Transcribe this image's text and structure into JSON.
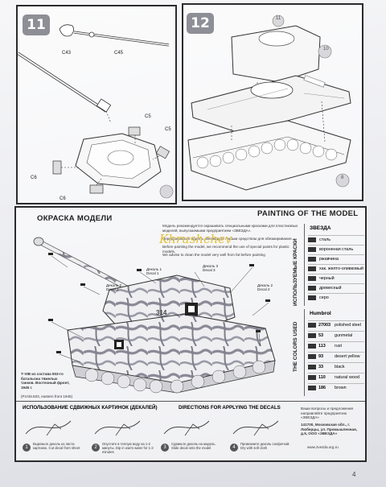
{
  "steps": {
    "step11": {
      "number": "11",
      "parts": {
        "c43": "C43",
        "c45": "C45",
        "c5a": "C5",
        "c5b": "C5",
        "c6a": "C6",
        "c6b": "C6"
      }
    },
    "step12": {
      "number": "12",
      "parts": {
        "p11": "11",
        "p10": "10",
        "p8": "8"
      }
    }
  },
  "painting": {
    "title_ru": "ОКРАСКА МОДЕЛИ",
    "title_en": "PAINTING OF THE MODEL",
    "intro_ru": "Модель рекомендуется окрашивать специальными красками  для пластиковых моделей, выпускаемыми предприятием «ЗВЕЗДА».",
    "intro_ru2": "Перед окраской модель обезжирьте любым средством для обезжиривания.",
    "intro_en": "Before painting the model, we recommend the use of special paints for plastic models.",
    "intro_en2": "We advise to clean the model very well from fat before painting",
    "watermark": "Khrushchev",
    "decal1": "Деколь 1\nDecal 1",
    "decal2": "Деколь 2\nDecal 2",
    "decal3": "Деколь 3\nDecal 3",
    "decal2b": "Деколь 2\nDecal 2",
    "caption_ru": "Т-VIB из состава 503-го батальона тяжелых танков. Восточный фронт, 1945 г.",
    "caption_en": "(PzAbt.503, eastern front 1945)",
    "hull_number": "314",
    "side_label_ru": "ИСПОЛЬЗУЕМЫЕ КРАСКИ",
    "side_label_en": "THE COLORS USED",
    "zvezda_header": "ЗВЕЗДА",
    "zvezda_paints": [
      "сталь",
      "вороненая сталь",
      "ржавчина",
      "хак. желто-оливковый",
      "черный",
      "древесный",
      "серо"
    ],
    "humbrol_header": "Humbrol",
    "humbrol_paints": [
      {
        "num": "27003",
        "name": "polished steel"
      },
      {
        "num": "53",
        "name": "gunmetal"
      },
      {
        "num": "113",
        "name": "rust"
      },
      {
        "num": "93",
        "name": "desert yellow"
      },
      {
        "num": "33",
        "name": "black"
      },
      {
        "num": "110",
        "name": "natural wood"
      },
      {
        "num": "186",
        "name": "brown"
      }
    ]
  },
  "decals": {
    "title_ru": "ИСПОЛЬЗОВАНИЕ СДВИЖНЫХ КАРТИНОК (ДЕКАЛЕЙ)",
    "title_en": "DIRECTIONS FOR APPLYING THE DECALS",
    "steps": [
      {
        "n": "1",
        "text": "Вырежьте деколь из листа картинок. Cut decal from sheet"
      },
      {
        "n": "2",
        "text": "Опустите в теплую воду на 1-2 минуты. Dip in warm water for 1-2 minutes"
      },
      {
        "n": "3",
        "text": "Сдвиньте деколь на модель. Slide decal onto the model"
      },
      {
        "n": "4",
        "text": "Промокните деколь салфеткой. Dry with soft cloth"
      }
    ],
    "address_title": "Ваши вопросы и предложения направляйте предприятию «ЗВЕЗДА»",
    "address": "141700, Московская обл., г. Люберцы, ул. Промышленная, д.5, ООО «ЗВЕЗДА»",
    "site": "www.zvezda.org.ru",
    "page_num": "4"
  }
}
